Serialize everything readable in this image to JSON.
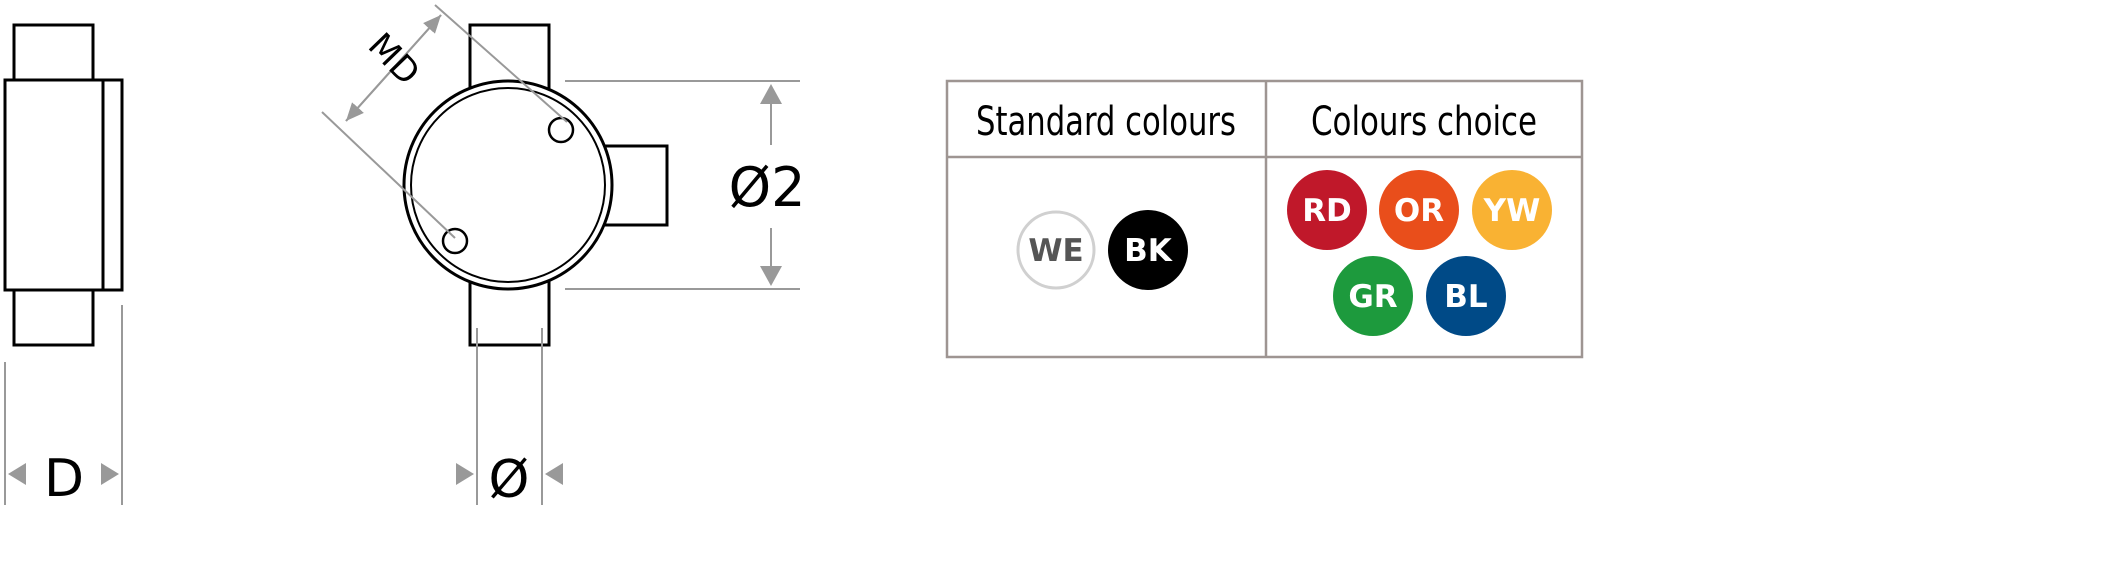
{
  "drawing": {
    "side_view_label": "D",
    "top_view_outer_label": "Ø2",
    "top_view_bore_label": "Ø",
    "mount_distance_label": "MD"
  },
  "table": {
    "headers": [
      "Standard colours",
      "Colours choice"
    ],
    "standard": [
      {
        "code": "WE",
        "fill": "#ffffff",
        "stroke": "#d0d0d0",
        "text": "#555555"
      },
      {
        "code": "BK",
        "fill": "#000000",
        "stroke": "#000000",
        "text": "#ffffff"
      }
    ],
    "choice": [
      {
        "code": "RD",
        "fill": "#c0182a",
        "text": "#ffffff"
      },
      {
        "code": "OR",
        "fill": "#e94e1b",
        "text": "#ffffff"
      },
      {
        "code": "YW",
        "fill": "#f9b233",
        "text": "#ffffff"
      },
      {
        "code": "GR",
        "fill": "#1d9a3d",
        "text": "#ffffff"
      },
      {
        "code": "BL",
        "fill": "#004a87",
        "text": "#ffffff"
      }
    ],
    "border_color": "#9e9592"
  }
}
